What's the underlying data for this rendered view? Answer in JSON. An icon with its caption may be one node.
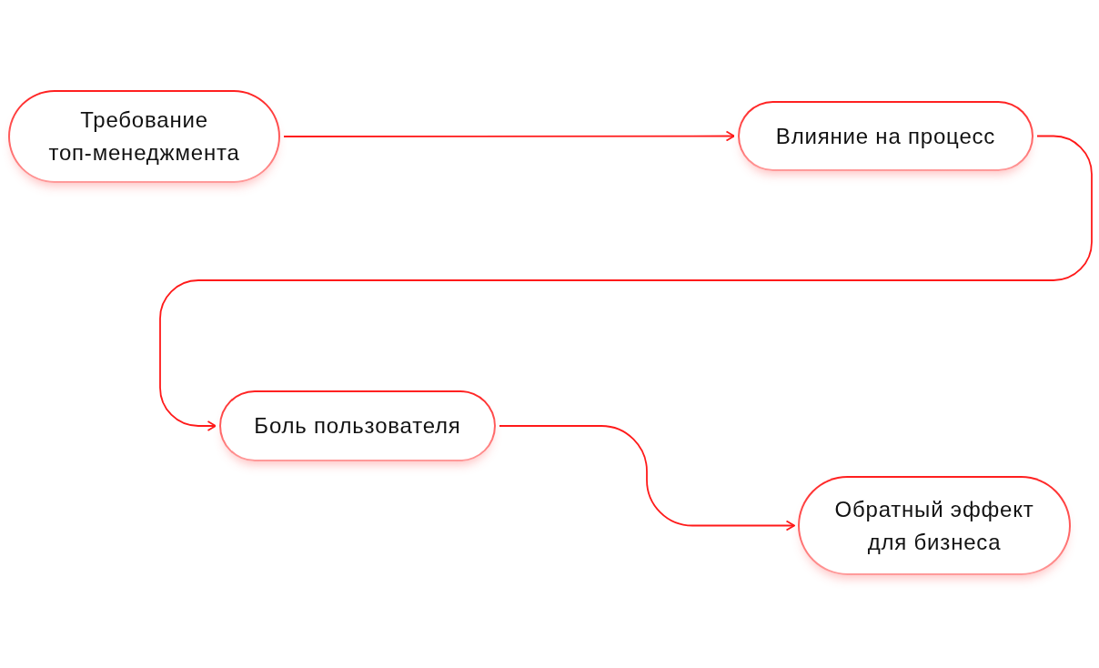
{
  "diagram": {
    "nodes": [
      {
        "text": [
          "Требование топ-менеджмента"
        ]
      },
      {
        "text": [
          "Влияние на процесс"
        ]
      },
      {
        "text": [
          "Боль пользователя"
        ]
      },
      {
        "text": [
          "Обратный эффект для бизнеса"
        ]
      }
    ],
    "edges": [
      {
        "from": 0,
        "to": 1,
        "arrow": "to"
      },
      {
        "from": 1,
        "to": 2,
        "arrow": "to"
      },
      {
        "from": 2,
        "to": 3,
        "arrow": "to"
      }
    ]
  }
}
